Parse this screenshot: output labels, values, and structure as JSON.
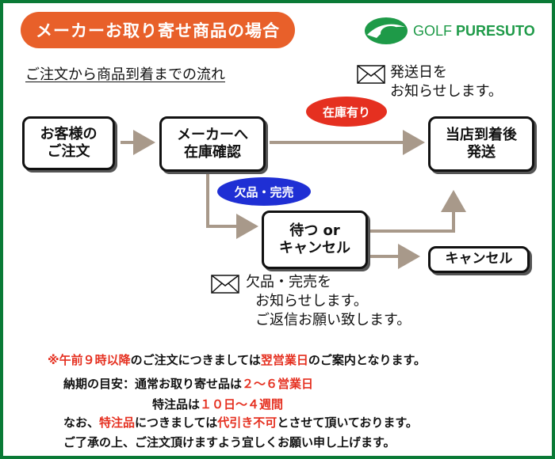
{
  "title": "メーカーお取り寄せ商品の場合",
  "logo": {
    "light": "GOLF ",
    "bold": "PURESUTO"
  },
  "flow_heading": "ご注文から商品到着までの流れ",
  "boxes": {
    "order": "お客様の\nご注文",
    "maker_check": "メーカーへ\n在庫確認",
    "arrival": "当店到着後\n発送",
    "wait_cancel": "待つ or\nキャンセル",
    "cancel": "キャンセル"
  },
  "pills": {
    "in_stock": "在庫有り",
    "out_of_stock": "欠品・完売"
  },
  "notes": {
    "ship_date": [
      "発送日を",
      "お知らせします。"
    ],
    "stockout": [
      "欠品・完売を",
      "お知らせします。",
      "ご返信お願い致します。"
    ]
  },
  "footer": {
    "line1": {
      "prefix": "※",
      "red1": "午前９時以降",
      "mid": "のご注文につきましては",
      "red2": "翌営業日",
      "suffix": "のご案内となります。"
    },
    "line2": {
      "label": "納期の目安：通常お取り寄せ品は",
      "red": "２〜６営業日"
    },
    "line3": {
      "label": "特注品は",
      "red": "１０日〜４週間"
    },
    "line4": {
      "prefix": "なお、",
      "red1": "特注品",
      "mid": "につきましては",
      "red2": "代引き不可",
      "suffix": "とさせて頂いております。"
    },
    "line5": "ご了承の上、ご注文頂けますよう宜しくお願い申し上げます。"
  },
  "colors": {
    "border": "#0a7a36",
    "banner": "#e8602a",
    "in_stock": "#e53020",
    "out_of_stock": "#1f2fd4",
    "arrow": "#a8998a",
    "emphasis": "#e53020"
  }
}
